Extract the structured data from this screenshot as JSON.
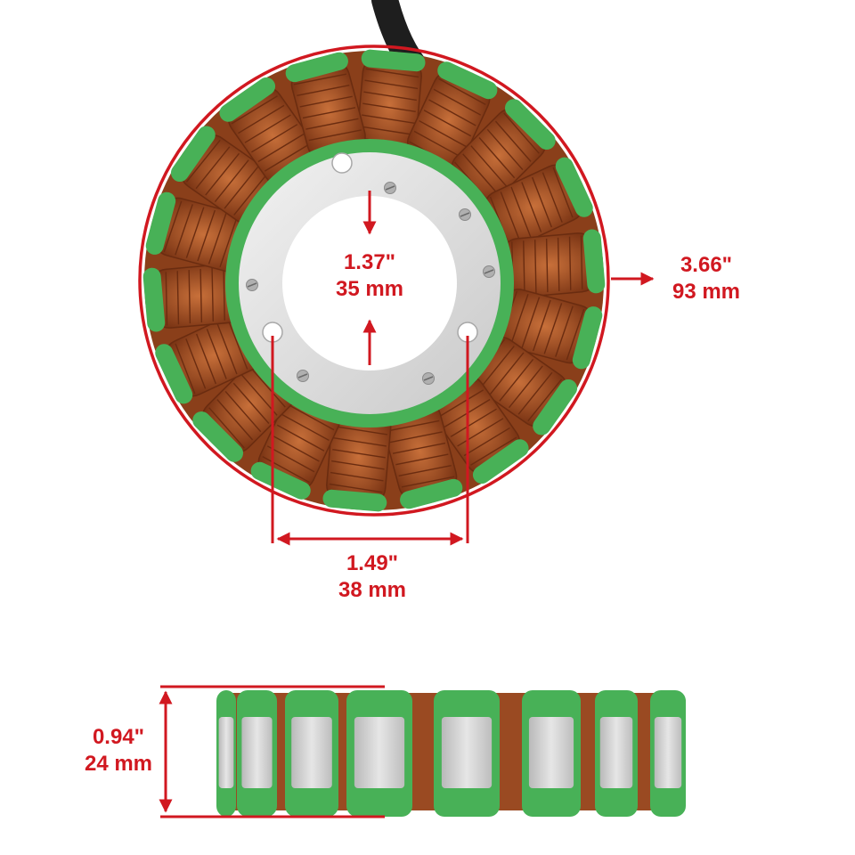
{
  "colors": {
    "dimension_red": "#d11820",
    "coating_green": "#48b157",
    "coil_copper": "#a85228",
    "plate_metal": "#e3e3e3",
    "wire_black": "#1e1e1e"
  },
  "top_view": {
    "inner_diameter": {
      "inch": "1.37\"",
      "mm": "35 mm"
    },
    "outer_diameter": {
      "inch": "3.66\"",
      "mm": "93 mm"
    },
    "bolt_spacing": {
      "inch": "1.49\"",
      "mm": "38 mm"
    },
    "pole_count": 18,
    "mount_holes": 3,
    "screws": 6
  },
  "side_view": {
    "thickness": {
      "inch": "0.94\"",
      "mm": "24 mm"
    },
    "visible_poles": 8
  }
}
